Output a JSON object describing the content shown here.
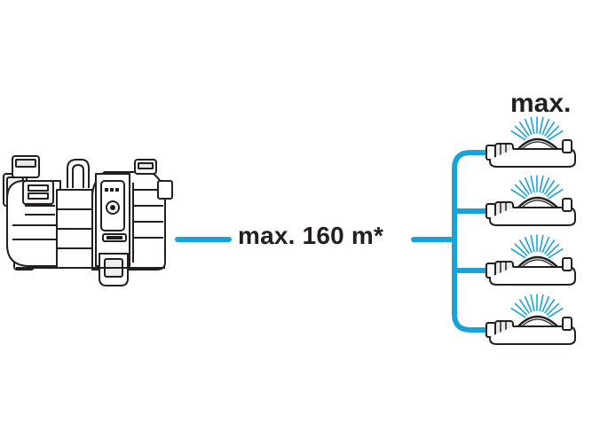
{
  "diagram": {
    "distance_label": "max. 160 m*",
    "sprinkler_max_label": "max."
  },
  "colors": {
    "hose": "#1aa3d6",
    "outline": "#231f20",
    "body": "#ffffff",
    "shade": "#e8e8e8"
  },
  "icons": {
    "pump": "garden-pump-icon",
    "sprinkler": "oscillating-sprinkler-icon"
  },
  "sprinkler_count": 4
}
